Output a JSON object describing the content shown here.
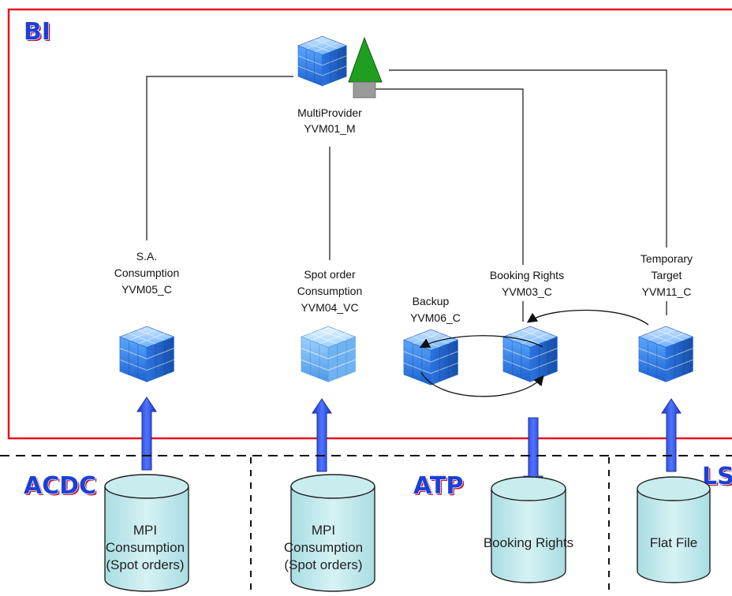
{
  "systems": {
    "bi": "BI",
    "acdc": "ACDC",
    "atp": "ATP",
    "ls": "LS"
  },
  "multiprovider": {
    "line1": "MultiProvider",
    "line2": "YVM01_M"
  },
  "cubes": [
    {
      "id": "yvm05",
      "lines": [
        "S.A.",
        "Consumption",
        "YVM05_C"
      ]
    },
    {
      "id": "yvm04",
      "lines": [
        "Spot order",
        "Consumption",
        "YVM04_VC"
      ]
    },
    {
      "id": "yvm06",
      "lines": [
        "Backup",
        "YVM06_C"
      ]
    },
    {
      "id": "yvm03",
      "lines": [
        "Booking Rights",
        "YVM03_C"
      ]
    },
    {
      "id": "yvm11",
      "lines": [
        "Temporary",
        "Target",
        "YVM11_C"
      ]
    }
  ],
  "sources": [
    {
      "id": "mpi-1",
      "lines": [
        "MPI",
        "Consumption",
        "(Spot orders)"
      ]
    },
    {
      "id": "mpi-2",
      "lines": [
        "MPI",
        "Consumption",
        "(Spot orders)"
      ]
    },
    {
      "id": "booking",
      "lines": [
        "Booking Rights"
      ]
    },
    {
      "id": "flatfile",
      "lines": [
        "Flat File"
      ]
    }
  ],
  "colors": {
    "bi_border": "#e8101e",
    "arrow": "#2f4fe0",
    "cube": "#3b8ff0",
    "cylinder": "#bfe6ea",
    "triangle": "#1f9e1f"
  }
}
